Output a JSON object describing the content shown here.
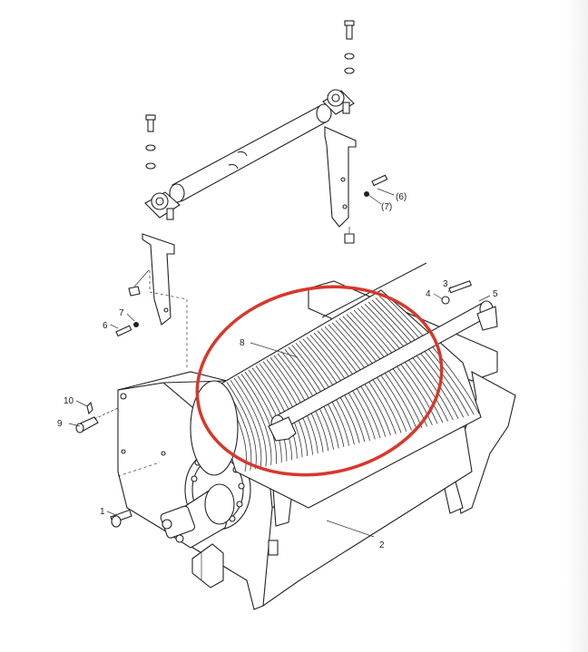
{
  "callouts": {
    "c1": "1",
    "c2": "2",
    "c3": "3",
    "c4": "4",
    "c5": "5",
    "c6": "6",
    "c7": "7",
    "c8": "8",
    "c9": "9",
    "c10": "10",
    "c6p": "(6)",
    "c7p": "(7)"
  },
  "highlight": {
    "color": "#d9372b"
  }
}
